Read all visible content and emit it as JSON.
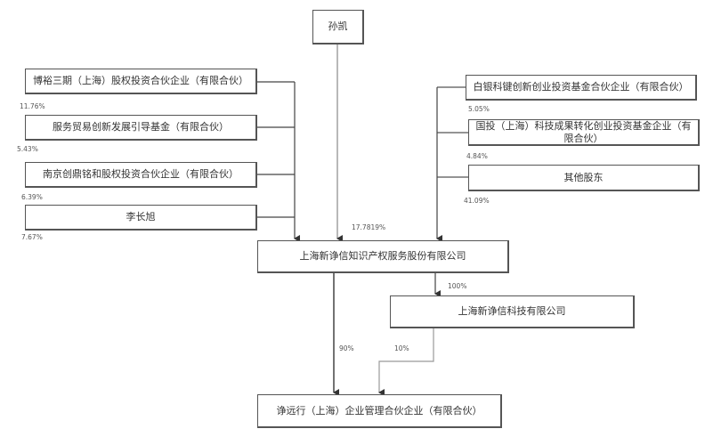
{
  "diagram": {
    "type": "equity-structure",
    "top_shareholder": {
      "name": "孙凯",
      "share": "17.7819%"
    },
    "left_shareholders": [
      {
        "name": "博裕三期（上海）股权投资合伙企业（有限合伙）",
        "share": "11.76%"
      },
      {
        "name": "服务贸易创新发展引导基金（有限合伙）",
        "share": "5.43%"
      },
      {
        "name": "南京创鼎铭和股权投资合伙企业（有限合伙）",
        "share": "6.39%"
      },
      {
        "name": "李长旭",
        "share": "7.67%"
      }
    ],
    "right_shareholders": [
      {
        "name": "白银科键创新创业投资基金合伙企业（有限合伙）",
        "share": "5.05%"
      },
      {
        "name": "国投（上海）科技成果转化创业投资基金企业（有限合伙）",
        "share": "4.84%"
      },
      {
        "name": "其他股东",
        "share": "41.09%"
      }
    ],
    "company": {
      "name": "上海新诤信知识产权服务股份有限公司"
    },
    "subsidiary": {
      "name": "上海新诤信科技有限公司",
      "share": "100%"
    },
    "target": {
      "name": "诤远行（上海）企业管理合伙企业（有限合伙）",
      "share_from_company": "90%",
      "share_from_subsidiary": "10%"
    }
  }
}
